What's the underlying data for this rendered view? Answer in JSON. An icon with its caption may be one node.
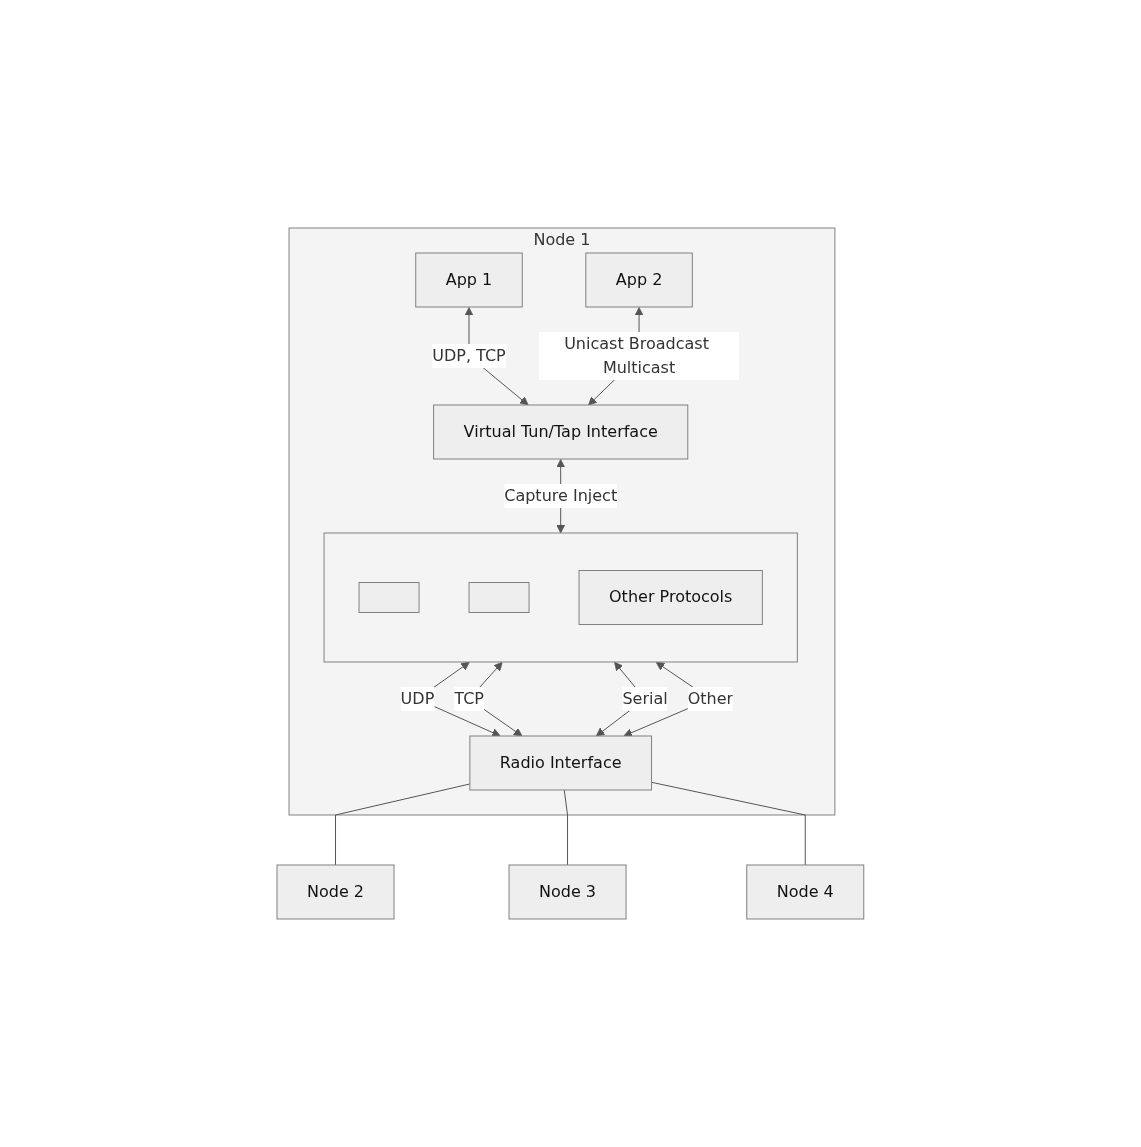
{
  "diagram": {
    "nodes": [
      {
        "text": [
          "Node 1"
        ]
      },
      {
        "text": [
          "App 1"
        ],
        "in": 0
      },
      {
        "text": [
          "App 2"
        ],
        "in": 0
      },
      {
        "text": [],
        "shape": "box",
        "in": 0
      },
      {
        "text": [],
        "shape": "box",
        "in": 3
      },
      {
        "text": [],
        "shape": "box",
        "in": 3
      },
      {
        "text": [
          "Other Protocols"
        ],
        "in": 3
      },
      {
        "text": [
          "Virtual Tun/Tap Interface"
        ],
        "in": 0
      },
      {
        "text": [
          "Radio Interface"
        ],
        "in": 0
      },
      {
        "text": [
          "Node 2"
        ]
      },
      {
        "text": [
          "Node 3"
        ]
      },
      {
        "text": [
          "Node 4"
        ]
      }
    ],
    "edges": [
      {
        "from": 1,
        "to": 7,
        "arrow": "both",
        "label": "UDP, TCP"
      },
      {
        "from": 2,
        "to": 7,
        "arrow": "both",
        "label": "Unicast Broadcast Multicast"
      },
      {
        "from": 7,
        "to": 3,
        "arrow": "both",
        "label": "Capture Inject"
      },
      {
        "from": 3,
        "to": 8,
        "arrow": "both",
        "label": "UDP"
      },
      {
        "from": 3,
        "to": 8,
        "arrow": "both",
        "label": "TCP"
      },
      {
        "from": 3,
        "to": 8,
        "arrow": "both",
        "label": "Serial"
      },
      {
        "from": 3,
        "to": 8,
        "arrow": "both",
        "label": "Other"
      },
      {
        "from": 8,
        "to": 9,
        "arrow": "none"
      },
      {
        "from": 8,
        "to": 10,
        "arrow": "none"
      },
      {
        "from": 8,
        "to": 11,
        "arrow": "none"
      }
    ]
  }
}
